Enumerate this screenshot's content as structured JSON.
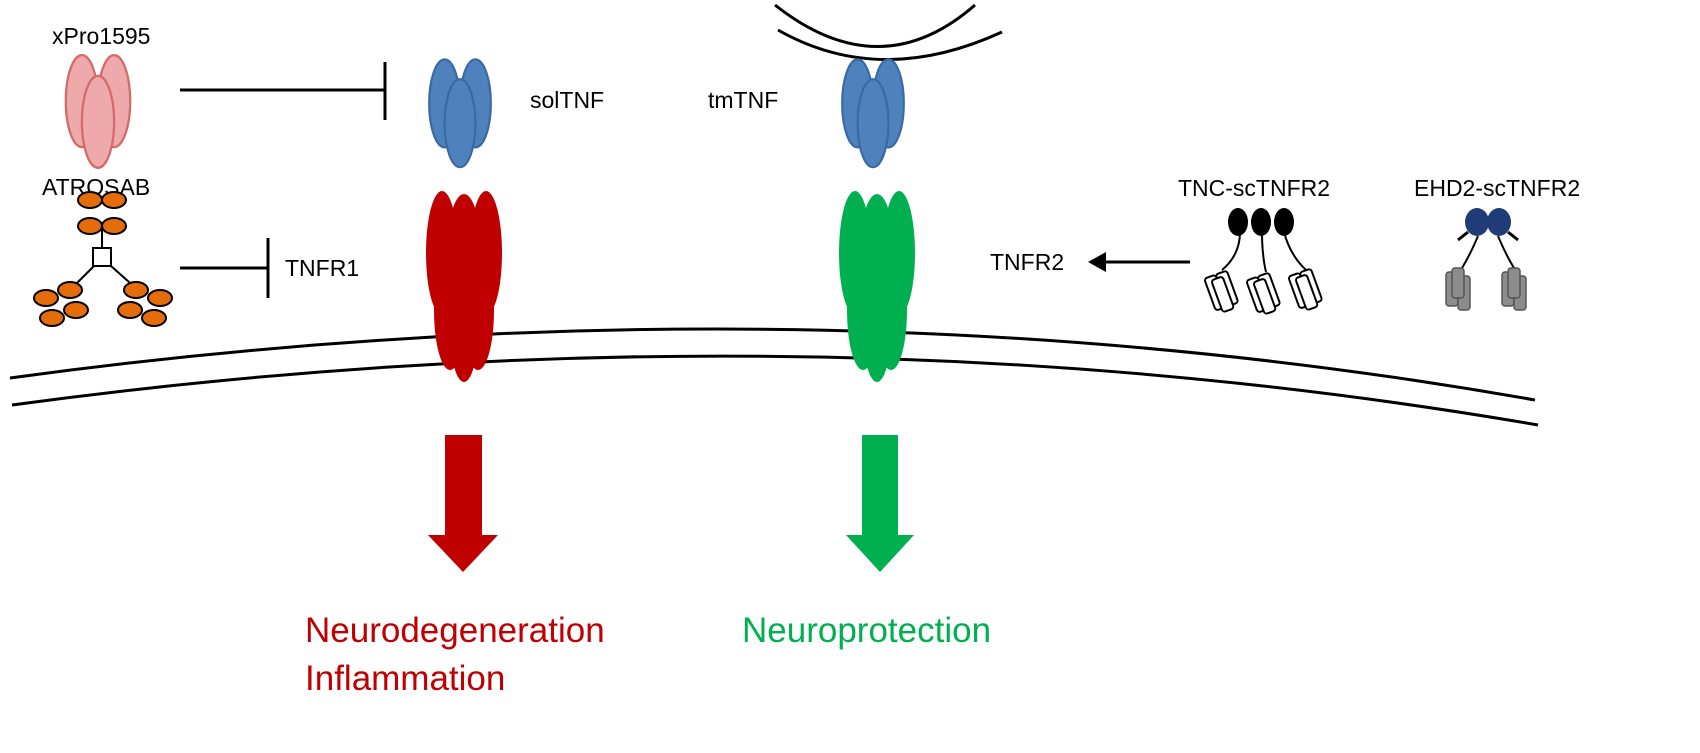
{
  "labels": {
    "xpro": "xPro1595",
    "atrosab": "ATROSAB",
    "soltnf": "solTNF",
    "tmtnf": "tmTNF",
    "tnfr1": "TNFR1",
    "tnfr2": "TNFR2",
    "tnc": "TNC-scTNFR2",
    "ehd2": "EHD2-scTNFR2"
  },
  "outcomes": {
    "left_line1": "Neurodegeneration",
    "left_line2": "Inflammation",
    "right_line1": "Neuroprotection"
  },
  "colors": {
    "red": "#c00000",
    "green": "#00b050",
    "blue": "#4f81bd",
    "pink": "#eeaaaa",
    "orange": "#e46c0a",
    "navy": "#1f3c78",
    "gray": "#8c8c8c"
  },
  "icons": {
    "inhibitor": "xpro1595-trimer-icon",
    "antibody": "atrosab-antibody-icon",
    "soluble_ligand": "soltnf-trimer-icon",
    "membrane_ligand": "tmtnf-trimer-icon",
    "receptor1": "tnfr1-receptor-icon",
    "receptor2": "tnfr2-receptor-icon",
    "agonist1": "tnc-sctnfr2-icon",
    "agonist2": "ehd2-sctnfr2-icon"
  }
}
